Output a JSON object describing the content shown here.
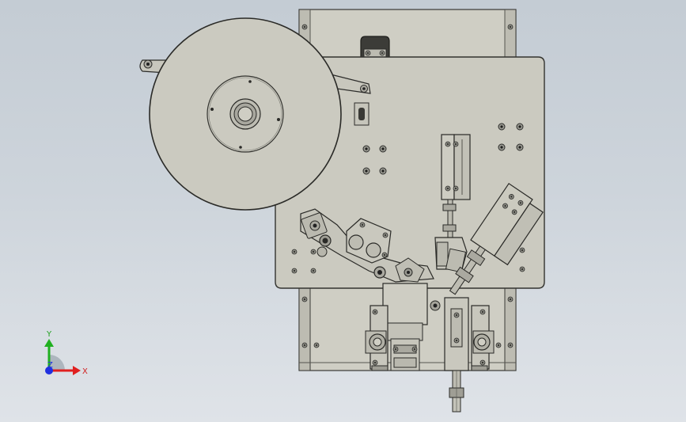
{
  "triad": {
    "x_label": "X",
    "y_label": "Y",
    "z_label": "Z",
    "x_color": "#e02020",
    "y_color": "#20b020",
    "z_color": "#2030e0"
  },
  "colors": {
    "background_top": "#c4ccd4",
    "background_bottom": "#dfe3e8",
    "plate": "#cbcac0",
    "part": "#d0cfc5",
    "outline": "#3a3a36"
  }
}
